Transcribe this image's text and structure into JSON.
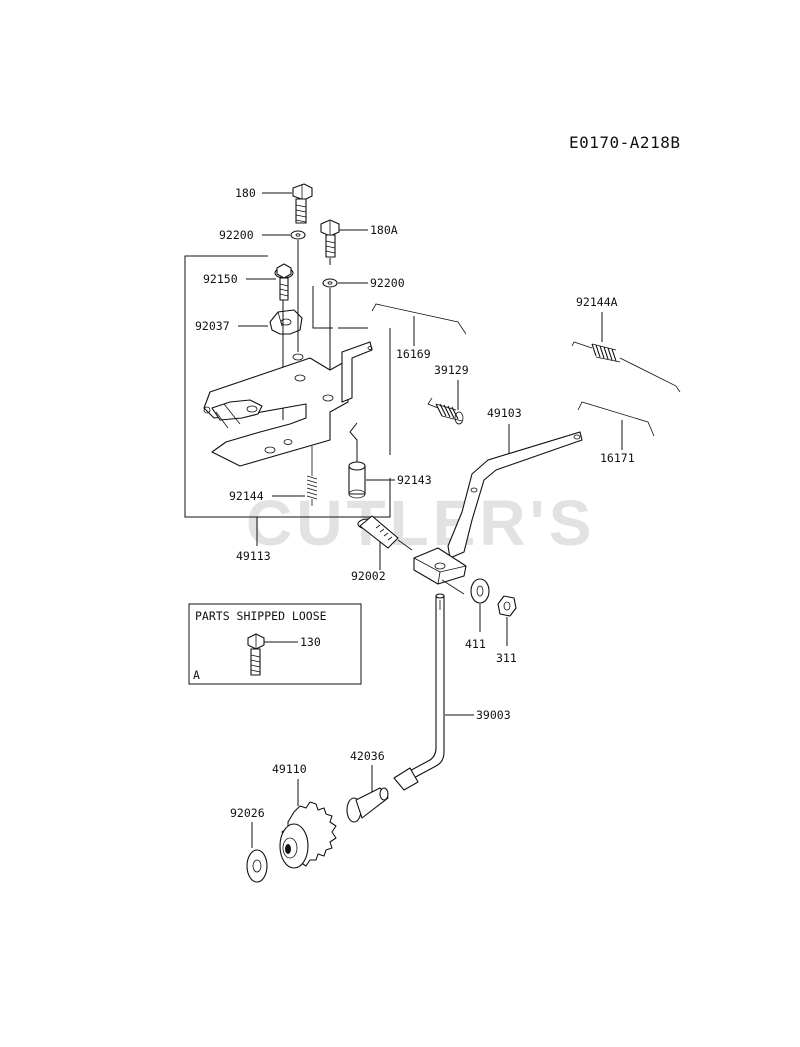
{
  "diagram_id": "E0170-A218B",
  "watermark": "CUTLER'S",
  "loose_box": {
    "title": "PARTS SHIPPED LOOSE",
    "ref_letter": "A"
  },
  "parts": {
    "p180": "180",
    "p92200a": "92200",
    "p180A": "180A",
    "p92150": "92150",
    "p92200b": "92200",
    "p92037": "92037",
    "p16169": "16169",
    "p92144A": "92144A",
    "p39129": "39129",
    "p49103": "49103",
    "p16171": "16171",
    "p92143": "92143",
    "p92144": "92144",
    "p49113": "49113",
    "p92002": "92002",
    "p130": "130",
    "p411": "411",
    "p311": "311",
    "p39003": "39003",
    "p42036": "42036",
    "p49110": "49110",
    "p92026": "92026"
  }
}
